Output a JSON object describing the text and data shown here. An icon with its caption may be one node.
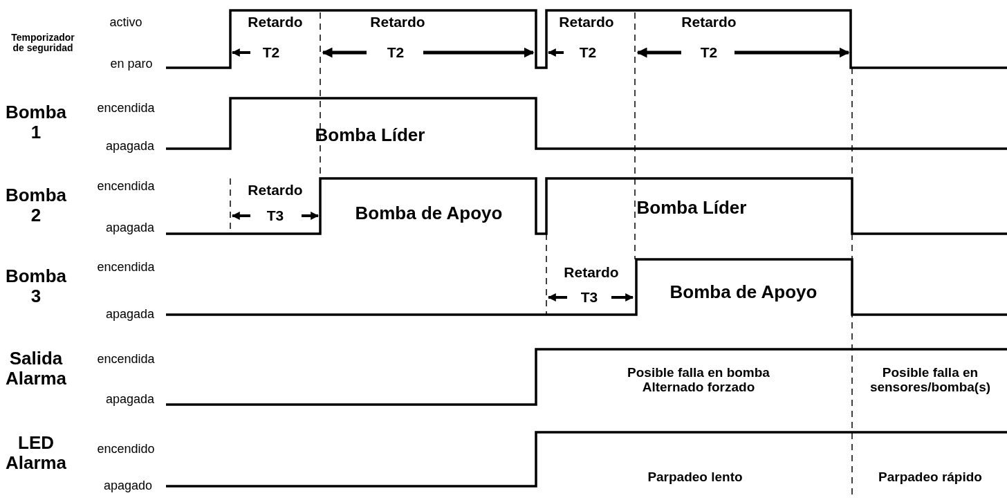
{
  "diagram": {
    "labels": [
      "Temporizador de seguridad",
      "activo",
      "en paro",
      "Retardo",
      "T2",
      "Retardo",
      "T2",
      "Retardo",
      "T2",
      "Retardo",
      "T2",
      "Bomba 1",
      "encendida",
      "apagada",
      "Bomba Líder",
      "Bomba 2",
      "encendida",
      "apagada",
      "Retardo",
      "T3",
      "Bomba de Apoyo",
      "Bomba Líder",
      "Bomba 3",
      "encendida",
      "apagada",
      "Retardo",
      "T3",
      "Bomba de Apoyo",
      "Salida Alarma",
      "encendida",
      "apagada",
      "Posible falla en bomba Alternado forzado",
      "Posible falla en sensores/bomba(s)",
      "LED Alarma",
      "encendido",
      "apagado",
      "Parpadeo lento",
      "Parpadeo rápido"
    ]
  }
}
